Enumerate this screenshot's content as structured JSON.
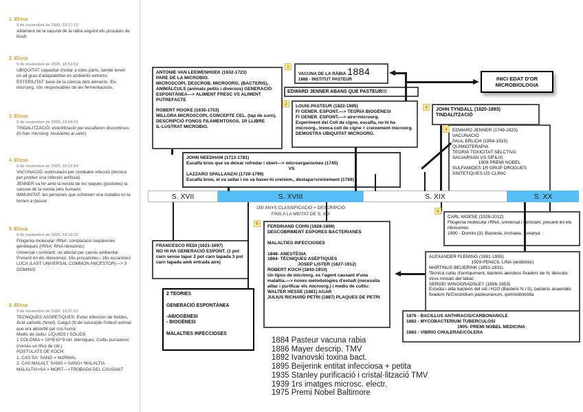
{
  "colors": {
    "timeline_highlight": "#56bff5",
    "sidebar_accent": "#d79b2e",
    "badge_bg": "#fdeaa8",
    "badge_border": "#dcbf55",
    "line_color": "#1a1a1a"
  },
  "sidebar": {
    "comments": [
      {
        "num": "1.",
        "author": "Elissa",
        "date": "9 de noviembre de 2020, 19:17:13",
        "body": "Aïllament de la vacuna de la ràbia seguint els postulats de Koch"
      },
      {
        "num": "2.",
        "author": "Elissa",
        "date": "9 de noviembre de 2020, 18:53:53",
        "body": "UBIQUITAT: capacitat d'estar a totes parts, també tenen un alt grau d'adaptabilitat en ambients extrems\nESTERILITAT: base de la ciència dels aliments. Els microorg. són responsables de les fermentacions."
      },
      {
        "num": "3.",
        "author": "Elissa",
        "date": "9 de noviembre de 2020, 19:04:25",
        "body": "TINDALITZACIÓ: esterilització per escalfaren discontinuo. (hi han microorg. resistents al calor)"
      },
      {
        "num": "4.",
        "author": "Elissa",
        "date": "9 de noviembre de 2020, 19:15:54",
        "body": "VACUNACIÓ: estimulació per combatre infecció (tècnica per produir una infecció artificial)\nJENNER va fer amb la verola de les vaques (pústules) la vacuna de la verola pels humans\nIMMUNITAT: les persones que sofreixen una malaltia no la tornen a passar"
      },
      {
        "num": "5.",
        "author": "Elissa",
        "date": "9 de noviembre de 2020, 19:19:52",
        "body": "Filogenia molecular rRNA: comparació seqüències genètiques (rRNA: RNA ribosomic)\nUniversal i constant: no afectat per canvis ambiental\nPresent en els ribosomes: 16s procariotes i 18s eucariotes\nLUCA (LAST UNIVERSAL COMMON ANCESTOR)—> 3 DOMINIS"
      },
      {
        "num": "6.",
        "author": "Elissa",
        "date": "9 de noviembre de 2020, 19:07:52",
        "body": "TECNIQUES ASSPETIQUES: Evitar infeccion de ferides, Àcid carbolic (fenol), Catgut (fil de sutura)de l'intestí animal que era absorbit pel cos humà\nMedis de cultiu: LÍQUIDS I SÒLIDS\n1 COLÒNIA = 10^8/10^9 cèl. idèntiques, Cultiu pur/axènic (només un tifus de cèl.)\nPOSTULATS DE KOCH\n1. CAS SA: SANG = NORMAL\n2. CAS MALALT: SANG = SANG+ MALALTIA\nMALALTIA+SA = MORT—>TROBADA DEL CAUSANT"
      }
    ]
  },
  "badges": {
    "b1": "1",
    "b2": "2",
    "b3": "3",
    "b4": "4",
    "b5": "5",
    "b6": "6"
  },
  "diagram": {
    "leeuwenhoek": "ANTONIE VAN LEEWENHOEK (1632-1723)\nPARE DE LA MICROBIO.\nMICROSCOPI, DESCROB. MICROORG. (BACTERIS), ANIMÁLCULS (animals petits i diversos) GENERACIÓ ESPONTÀNEA—> ALIMENT FRESC VS ALIMENT PUTREFACTE\n\nROBERT HOOKE (1635-1703)\nMILLORA MICROSCOPI, CONCEPTE CEL. (tap de suro), DESCRIPCIÓ FONGS FILAMENTOSOS, 1R LLIBRE IL·LUSTRAT MICROBIO.",
    "needham": [
      {
        "t": "JOHN NEEDHAM (1713-1781)"
      },
      {
        "t": "Escalfa brou que va deixar refredar i obert—> microorganismes (1745)"
      },
      {
        "t": "VS",
        "c": true
      },
      {
        "t": "LAZZARO SPALLANZAI (1729-1799)"
      },
      {
        "t": "Escalfa brou, el va sellar i no va haver-hi creixem., destapa=creixement (1769)"
      }
    ],
    "vacuna_title": "VACUNA DE LA RÀBIA",
    "vacuna_year": "1884",
    "vacuna_line2": "1888 - INSTITUT PASTEUR",
    "jenner_note": "EDWARD JENNER ABANS QUE PASTEUR!!!",
    "pasteur": "LOUIS PASTEUR (1822-1895)\nFI GENER. ESPONT.—> TEORIA BIOGÈNESI\nFI GENER. ESPONT.—> aire+microorg.\nExperiment del Coll de cigne, escalfa, no hi ha microorg., trenca coll de cigne = creixement microorg.\nDEMOSTRA UBIQUITAT MICROORG.",
    "inici": "INICI EDAT D'OR\nMICROBIOLOGIA",
    "tyndall": "JOHN TYNDALL (1820-1893)\nTINDALITZACIÓ",
    "jenner": [
      {
        "t": "EDWARD JENNER (1749-1823)",
        "b": true
      },
      {
        "t": "VACUNACIÓ"
      },
      {
        "t": "PAUL ERLICH (1854-1915)",
        "b": true
      },
      {
        "t": "QUIMIOTERAPIA"
      },
      {
        "t": "TEORIA TOXICITAT SELCTIVA:",
        "b": true
      },
      {
        "t": "SALVARSÁN VS SÍFILIS"
      },
      {
        "t": "1908 PREMI NOBEL",
        "b": true,
        "c": true
      },
      {
        "t": "SULFAMIDES 1R GRUP DROGUES SINTETIQUES ÚS CLINIC"
      }
    ],
    "woese": [
      {
        "t": "CARL WOESE (1928-2012)",
        "b": true
      },
      {
        "t": "Filogenia molecular rRNA, universal i constant, present en els ribosomes"
      },
      {
        "t": "1990 - Domini (3): Bacteria, Archaea, Eukarya"
      }
    ],
    "redi": "FRANCESCO REDI (1621-1697)\nNO HI HA GENERACIÓ ESPONT. (1 pot carn sense tapar 2 pot carn tapada 3 pot carn tapada amb entrada aire)",
    "cohn": [
      {
        "t": "FERDINAND COHN (1828-1898)"
      },
      {
        "t": "DESCOBRIMENT ESPORES BACTERIANES"
      },
      {
        "t": ""
      },
      {
        "t": "MALALTIES INFECCIOSES"
      },
      {
        "t": ""
      },
      {
        "t": "1848- ANESTÈSIA"
      },
      {
        "t": "1864- TÈCNIQUES ASÈPTIQUES"
      },
      {
        "t": "JOSEP LISTER (1827-1912)",
        "c": true
      },
      {
        "t": "ROBERT KOCH (1843-1910)"
      },
      {
        "t": "Un tipus de microorg. es l'agent causant d'una malaltia.—> noves metodologies d'estudi (necessita aïllar i purificar els microorg.) i medis de cultiu:"
      },
      {
        "t": "WALTER HESSE (1881) AGAR"
      },
      {
        "t": "JULIUS RICHARD PETRI (1887) PLAQUES DE PETRI"
      }
    ],
    "teories": "2 TEORIES\n\nGENERACIÓ ESPONTÀNEA\n\n-ABIOGÈNESI\n- BIOGÈNESI\n\nMALALTIES INFECCIOSES",
    "fleming": [
      {
        "t": "ALEXANDER FLEMING (1881-1955)",
        "b": true
      },
      {
        "t": "1929 PENICIL·LINA (antibiòtic)",
        "b": true,
        "c": true
      },
      {
        "t": "MARTINUS BEIJERINK (1851-1931)",
        "b": true
      },
      {
        "t": "Tecnica cultiu d'enriquiment, bacteris aerobics fixadors de N, descolu virus mosaic del tabac"
      },
      {
        "t": "SERGEI WINOGRADSLEY (1856-1953)",
        "b": true
      },
      {
        "t": "Estudia i ailla bacteris del sòl i H2O (Bacteris N i S), bacteris anaerobis fixadors N/Clostridium pasteurianum, quimiolitotròfia"
      }
    ],
    "koch_dates": [
      {
        "t": "1876 - BACILLUS ANTHRACIS/CARBONANCLE",
        "b": true
      },
      {
        "t": "1882 - MYCOBACTERIUM TUBERCULOSI",
        "b": true
      },
      {
        "t": "1905- PREMI NOBEL MEDICINA",
        "b": true,
        "c": true
      },
      {
        "t": "1883 - VIBRIO CHULERAE/CÒLERA",
        "b": true
      }
    ]
  },
  "timeline": {
    "s17": "S. XVII",
    "s18": "S. XVIII",
    "s19": "S. XIX",
    "s20": "S. XX",
    "note": "150 ANYS CLASSIFICACIÓ + DESCRIPCIÓ\nFINS A LA MEITAT DE S. XIX"
  },
  "events": [
    "1884 Pasteur vacuna rabia",
    "1886 Mayer descrip. TMV",
    "1892 Ivanovski toxina bact.",
    "1895 Beijerink entitat infecciosa + petita",
    "1935 Stanley purificació i cristal·lització TMV",
    "1939 1rs imatges microsc. electr.",
    "1975 Premi Nobel Baltimore"
  ]
}
